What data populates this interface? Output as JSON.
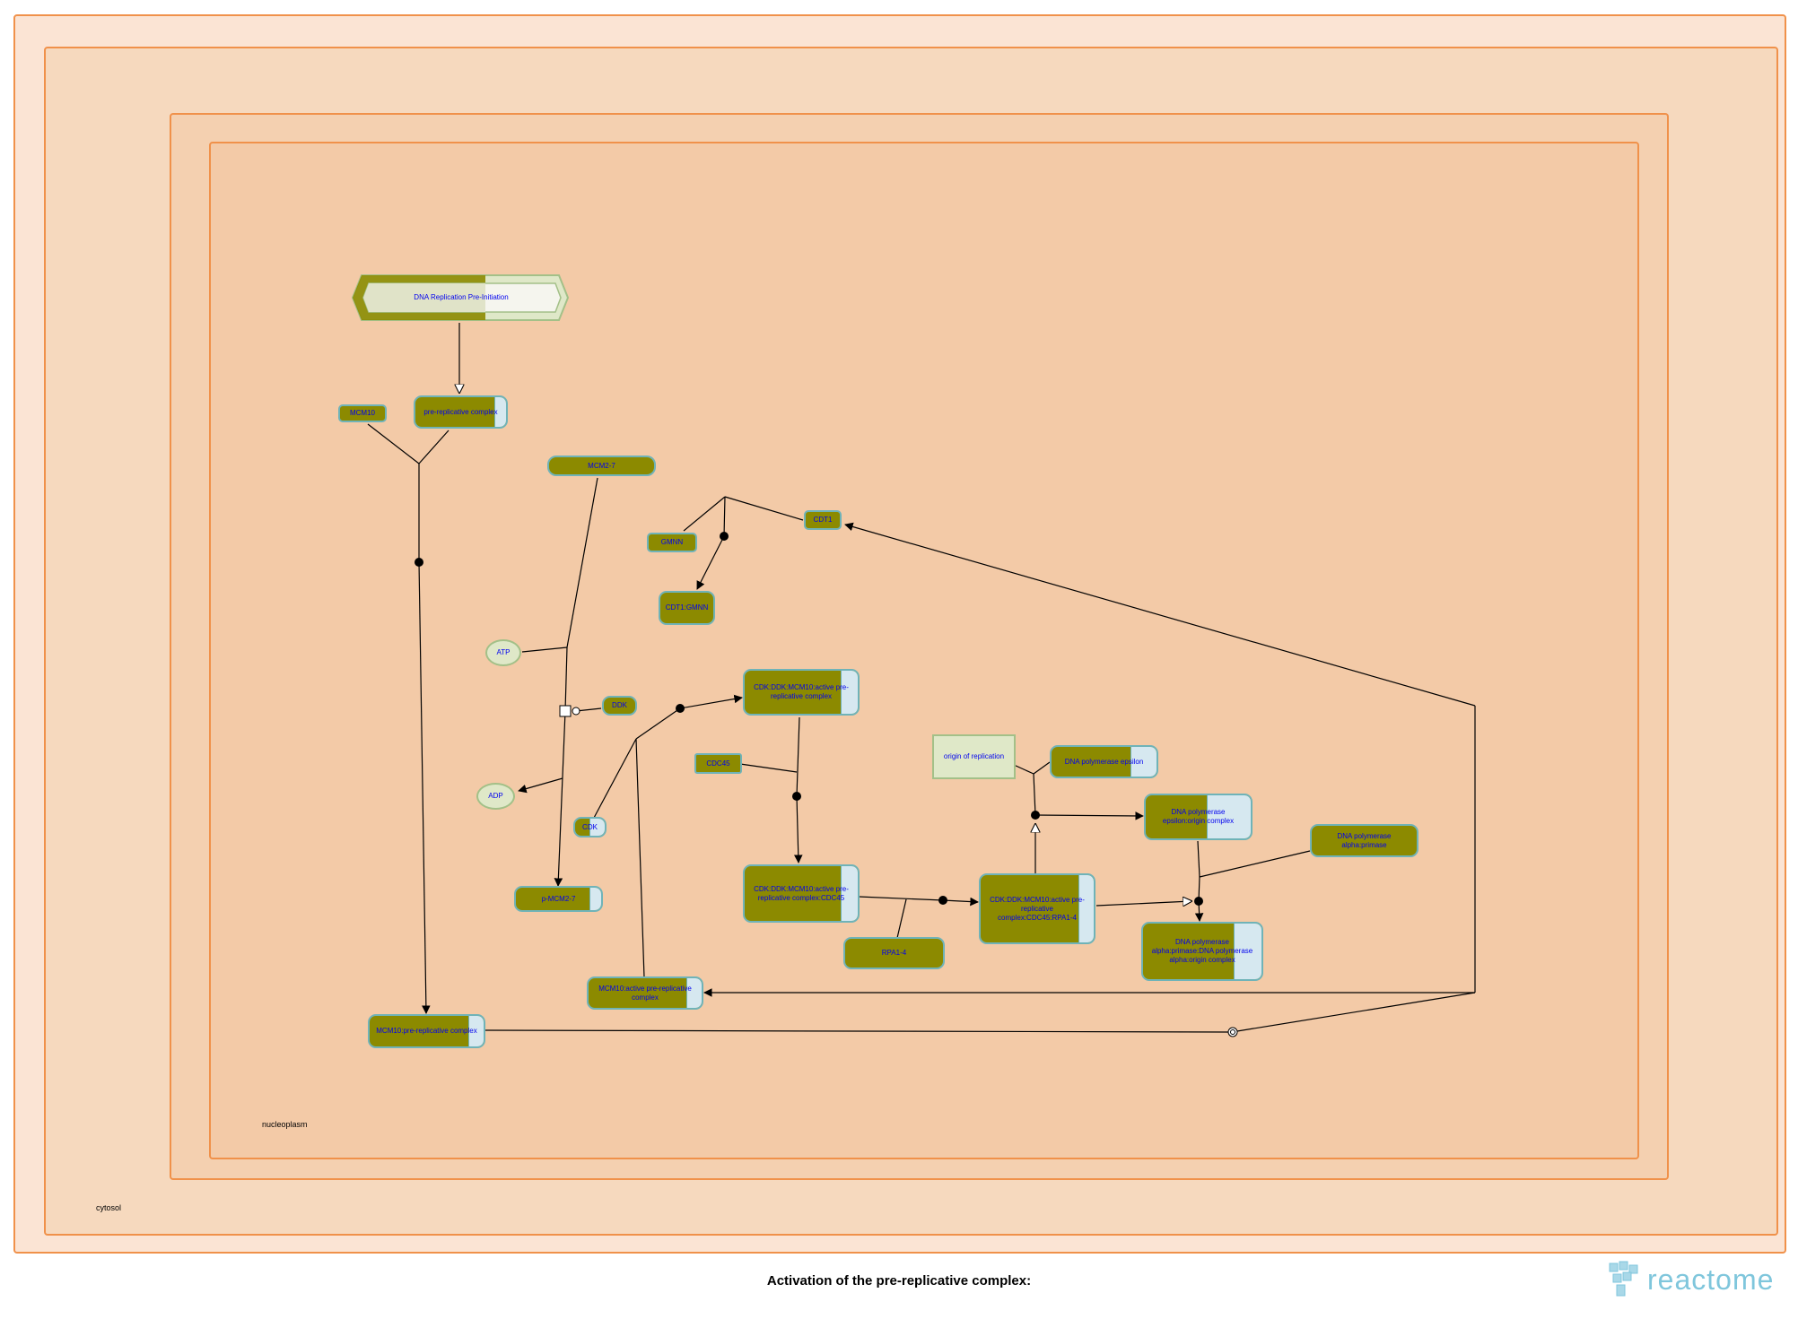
{
  "diagram_title": "Activation of the pre-replicative complex:",
  "brand": "reactome",
  "compartments": {
    "cytosol": "cytosol",
    "nucleoplasm": "nucleoplasm"
  },
  "pathway_link": "DNA Replication Pre-Initiation",
  "nodes": {
    "mcm10": "MCM10",
    "pre_rc": "pre-replicative complex",
    "mcm2_7": "MCM2-7",
    "gmnn": "GMNN",
    "cdt1": "CDT1",
    "cdt1_gmnn": "CDT1:GMNN",
    "atp": "ATP",
    "ddk": "DDK",
    "adp": "ADP",
    "cdk": "CDK",
    "p_mcm2_7": "p-MCM2-7",
    "cdk_ddk_mcm10": "CDK:DDK:MCM10:active pre-replicative complex",
    "cdc45": "CDC45",
    "cdk_ddk_mcm10_cdc45": "CDK:DDK:MCM10:active pre-replicative complex:CDC45",
    "rpa1_4": "RPA1-4",
    "cdk_ddk_mcm10_cdc45_rpa": "CDK:DDK:MCM10:active pre-replicative complex:CDC45:RPA1-4",
    "origin": "origin of replication",
    "pol_epsilon": "DNA polymerase epsilon",
    "pol_epsilon_origin": "DNA polymerase epsilon:origin complex",
    "pol_alpha_primase": "DNA polymerase alpha:primase",
    "pol_alpha_origin": "DNA polymerase alpha:primase:DNA polymerase alpha:origin complex",
    "mcm10_active_prerc": "MCM10:active pre-replicative complex",
    "mcm10_prerc": "MCM10:pre-replicative complex"
  },
  "colors": {
    "outer_compartment": "#fbe4d4",
    "cytosol_compartment": "#f6d9be",
    "inner_compartment": "#f4d0b0",
    "nucleoplasm_compartment": "#f3caa7",
    "compartment_border": "#f0914a",
    "protein_fill": "#8c8a00",
    "node_border": "#6fb3b8",
    "complex_tail": "#d6e8f0",
    "chemical_fill": "#dfe8c8",
    "label_text": "#0000ee"
  }
}
